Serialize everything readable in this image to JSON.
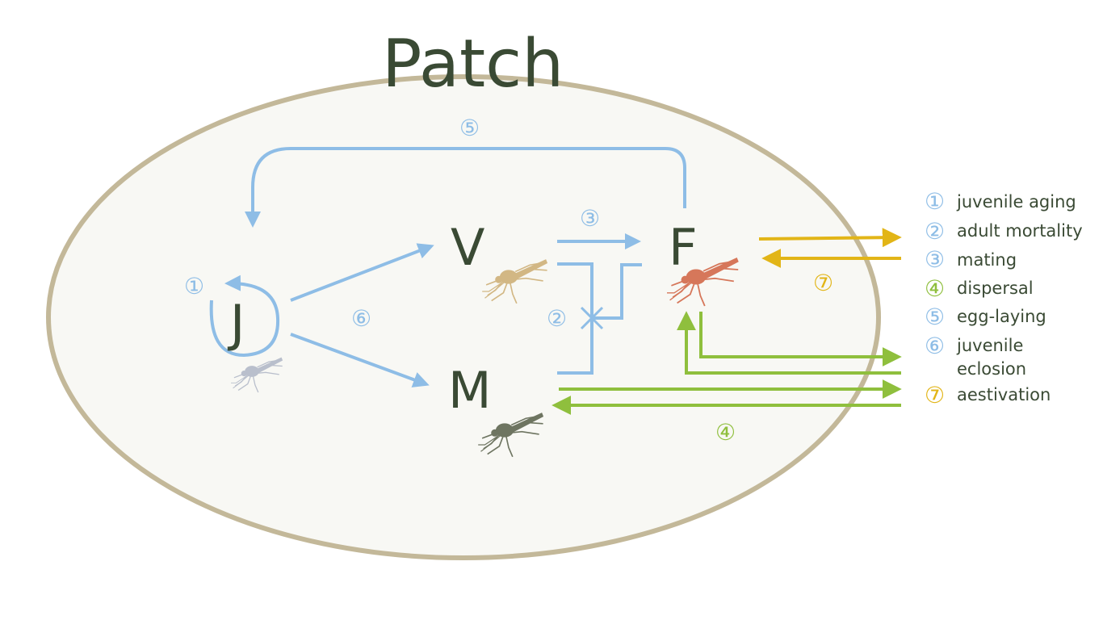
{
  "title": "Patch",
  "colors": {
    "patch_fill": "#f8f8f4",
    "patch_stroke": "#c3b899",
    "blue": "#8ebde6",
    "green": "#8fbf3d",
    "yellow": "#e2b517",
    "text": "#3a4a34",
    "juvenile_mosquito": "#b9bfcc",
    "virgin_mosquito": "#d2b784",
    "male_mosquito": "#6e7561",
    "female_mosquito": "#d6775a"
  },
  "nodes": {
    "J": "J",
    "V": "V",
    "M": "M",
    "F": "F"
  },
  "arrow_numbers": {
    "juvenile_aging": "①",
    "adult_mortality": "②",
    "mating": "③",
    "dispersal": "④",
    "egg_laying": "⑤",
    "juvenile_eclosion": "⑥",
    "aestivation": "⑦"
  },
  "legend": [
    {
      "number": "①",
      "label": "juvenile aging",
      "color": "blue"
    },
    {
      "number": "②",
      "label": "adult mortality",
      "color": "blue"
    },
    {
      "number": "③",
      "label": "mating",
      "color": "blue"
    },
    {
      "number": "④",
      "label": "dispersal",
      "color": "green"
    },
    {
      "number": "⑤",
      "label": "egg-laying",
      "color": "blue"
    },
    {
      "number": "⑥",
      "label": "juvenile",
      "label2": "eclosion",
      "color": "blue"
    },
    {
      "number": "⑦",
      "label": "aestivation",
      "color": "yellow"
    }
  ],
  "icons": [
    "mosquito-icon"
  ]
}
